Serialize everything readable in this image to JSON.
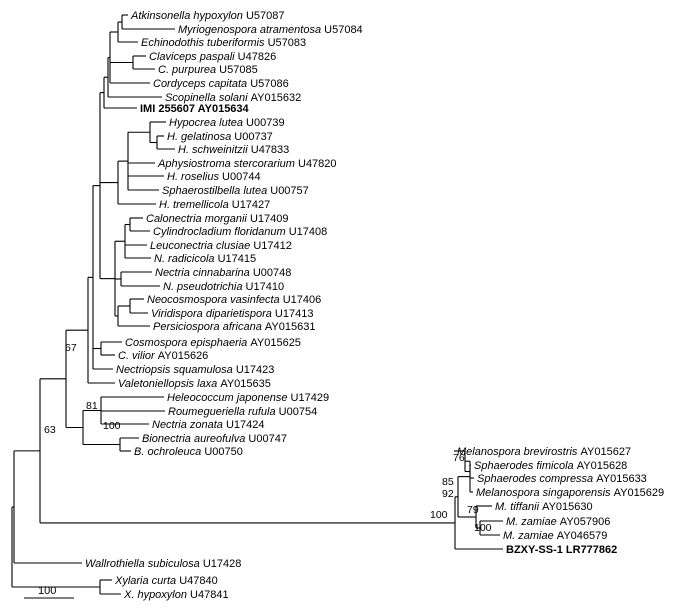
{
  "taxa": [
    {
      "sp": "Atkinsonella hypoxylon",
      "acc": "U57087",
      "bold": false
    },
    {
      "sp": "Myriogenospora atramentosa",
      "acc": "U57084",
      "bold": false
    },
    {
      "sp": "Echinodothis tuberiformis",
      "acc": "U57083",
      "bold": false
    },
    {
      "sp": "Claviceps paspali",
      "acc": "U47826",
      "bold": false
    },
    {
      "sp": "C. purpurea",
      "acc": "U57085",
      "bold": false
    },
    {
      "sp": "Cordyceps capitata",
      "acc": "U57086",
      "bold": false
    },
    {
      "sp": "Scopinella solani",
      "acc": "AY015632",
      "bold": false
    },
    {
      "sp": "",
      "acc": "IMI 255607 AY015634",
      "bold": true
    },
    {
      "sp": "Hypocrea lutea",
      "acc": "U00739",
      "bold": false
    },
    {
      "sp": "H. gelatinosa",
      "acc": "U00737",
      "bold": false
    },
    {
      "sp": "H. schweinitzii",
      "acc": "U47833",
      "bold": false
    },
    {
      "sp": "Aphysiostroma stercorarium",
      "acc": "U47820",
      "bold": false
    },
    {
      "sp": "H. roselius",
      "acc": "U00744",
      "bold": false
    },
    {
      "sp": "Sphaerostilbella lutea",
      "acc": "U00757",
      "bold": false
    },
    {
      "sp": "H. tremellicola",
      "acc": "U17427",
      "bold": false
    },
    {
      "sp": "Calonectria morganii",
      "acc": "U17409",
      "bold": false
    },
    {
      "sp": "Cylindrocladium floridanum",
      "acc": "U17408",
      "bold": false
    },
    {
      "sp": "Leuconectria clusiae",
      "acc": "U17412",
      "bold": false
    },
    {
      "sp": "N. radicicola",
      "acc": "U17415",
      "bold": false
    },
    {
      "sp": "Nectria cinnabarina",
      "acc": "U00748",
      "bold": false
    },
    {
      "sp": "N. pseudotrichia",
      "acc": "U17410",
      "bold": false
    },
    {
      "sp": "Neocosmospora vasinfecta",
      "acc": "U17406",
      "bold": false
    },
    {
      "sp": "Viridispora diparietispora",
      "acc": "U17413",
      "bold": false
    },
    {
      "sp": "Persiciospora africana",
      "acc": "AY015631",
      "bold": false
    },
    {
      "sp": "Cosmospora episphaeria",
      "acc": "AY015625",
      "bold": false
    },
    {
      "sp": "C. vilior",
      "acc": "AY015626",
      "bold": false
    },
    {
      "sp": "Nectriopsis squamulosa",
      "acc": "U17423",
      "bold": false
    },
    {
      "sp": "Valetoniellopsis laxa",
      "acc": "AY015635",
      "bold": false
    },
    {
      "sp": "Heleococcum japonense",
      "acc": "U17429",
      "bold": false
    },
    {
      "sp": "Roumegueriella rufula",
      "acc": "U00754",
      "bold": false
    },
    {
      "sp": "Nectria zonata",
      "acc": "U17424",
      "bold": false
    },
    {
      "sp": "Bionectria aureofulva",
      "acc": "U00747",
      "bold": false
    },
    {
      "sp": "B. ochroleuca",
      "acc": "U00750",
      "bold": false
    },
    {
      "sp": "Melanospora brevirostris",
      "acc": "AY015627",
      "bold": false
    },
    {
      "sp": "Sphaerodes fimicola",
      "acc": "AY015628",
      "bold": false
    },
    {
      "sp": "Sphaerodes compressa",
      "acc": "AY015633",
      "bold": false
    },
    {
      "sp": "Melanospora singaporensis",
      "acc": "AY015629",
      "bold": false
    },
    {
      "sp": "M. tiffanii",
      "acc": "AY015630",
      "bold": false
    },
    {
      "sp": "M. zamiae",
      "acc": "AY057906",
      "bold": false
    },
    {
      "sp": "M. zamiae",
      "acc": "AY046579",
      "bold": false
    },
    {
      "sp": "",
      "acc": "BZXY-SS-1 LR777862",
      "bold": true
    },
    {
      "sp": "Wallrothiella subiculosa",
      "acc": "U17428",
      "bold": false
    },
    {
      "sp": "Xylaria curta",
      "acc": "U47840",
      "bold": false
    },
    {
      "sp": "X. hypoxylon",
      "acc": "U47841",
      "bold": false
    }
  ],
  "bootstrap": {
    "b63": "63",
    "b67": "67",
    "b81": "81",
    "b100_bio": "100",
    "b76": "76",
    "b85": "85",
    "b92": "92",
    "b79": "79",
    "b100_zam": "100",
    "b100_mel": "100"
  },
  "scale_bar": {
    "label": "100"
  }
}
